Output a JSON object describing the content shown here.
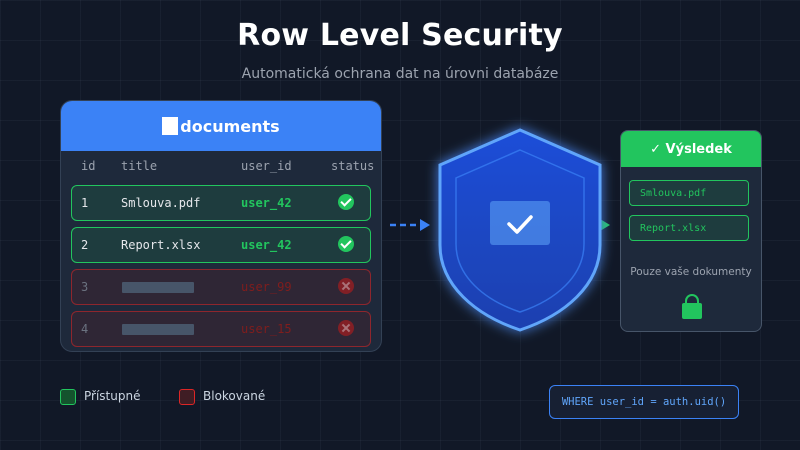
{
  "title": "Row Level Security",
  "subtitle": "Automatická ochrana dat na úrovni databáze",
  "table": {
    "name": "documents",
    "columns": [
      "id",
      "title",
      "user_id",
      "status"
    ],
    "rows": [
      {
        "id": "1",
        "title": "Smlouva.pdf",
        "user_id": "user_42",
        "status": "allowed"
      },
      {
        "id": "2",
        "title": "Report.xlsx",
        "user_id": "user_42",
        "status": "allowed"
      },
      {
        "id": "3",
        "title": "",
        "user_id": "user_99",
        "status": "blocked"
      },
      {
        "id": "4",
        "title": "",
        "user_id": "user_15",
        "status": "blocked"
      }
    ]
  },
  "result": {
    "title": "✓ Výsledek",
    "items": [
      "Smlouva.pdf",
      "Report.xlsx"
    ],
    "note": "Pouze vaše dokumenty"
  },
  "legend": {
    "allowed": "Přístupné",
    "blocked": "Blokované"
  },
  "policy": "WHERE user_id = auth.uid()",
  "colors": {
    "accent": "#3b82f6",
    "allowed": "#22c55e",
    "blocked": "#dc2626",
    "background": "#111827"
  }
}
